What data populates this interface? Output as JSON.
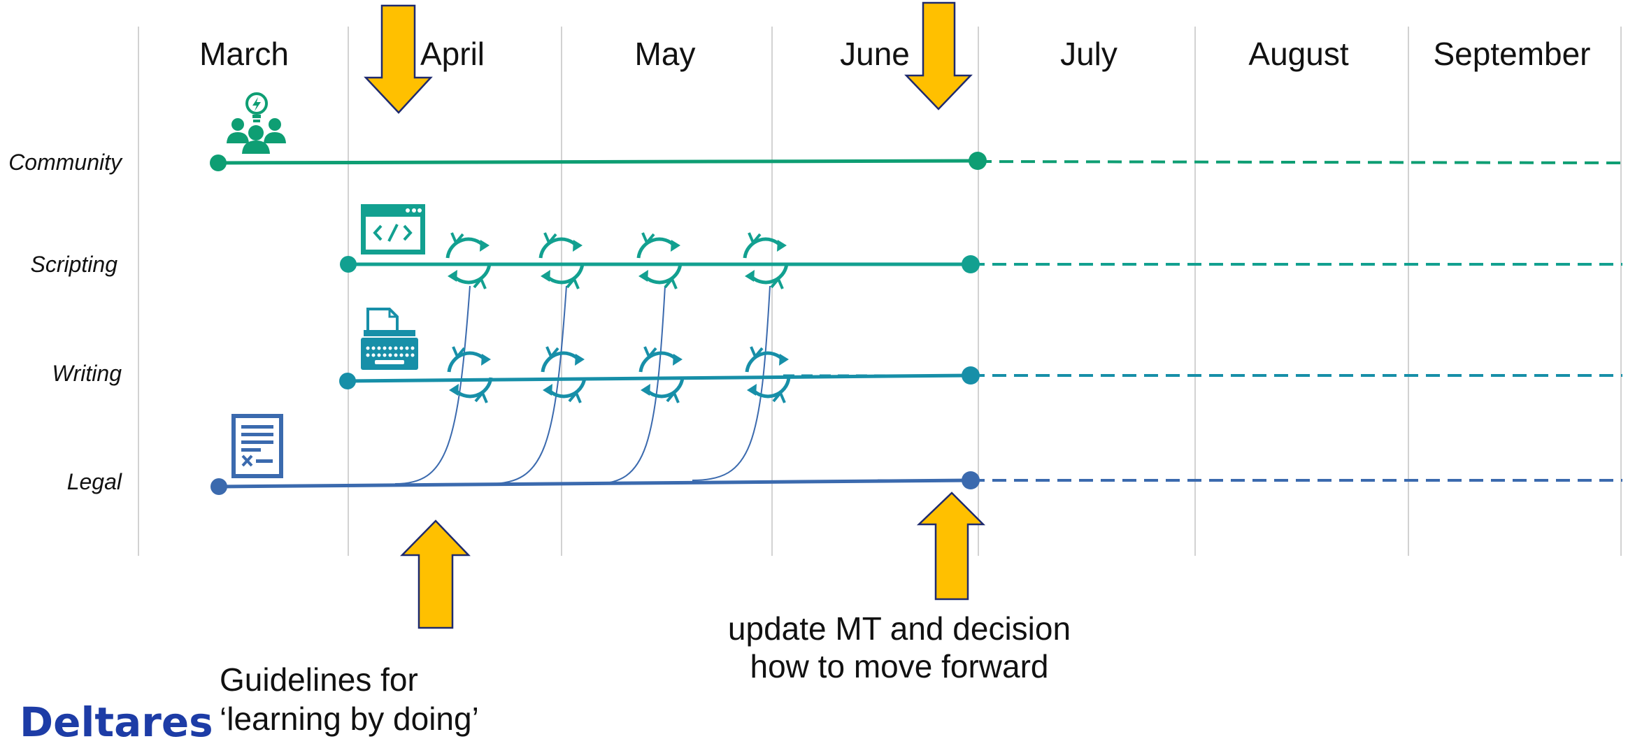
{
  "months": [
    "March",
    "April",
    "May",
    "June",
    "July",
    "August",
    "September"
  ],
  "tracks": [
    {
      "label": "Community",
      "icon": "community-idea-icon",
      "color": "#0E9E73"
    },
    {
      "label": "Scripting",
      "icon": "code-window-icon",
      "color": "#12A090"
    },
    {
      "label": "Writing",
      "icon": "typewriter-icon",
      "color": "#178FA8"
    },
    {
      "label": "Legal",
      "icon": "legal-document-icon",
      "color": "#3B6AAE"
    }
  ],
  "milestones": [
    {
      "text_lines": [
        "Guidelines for",
        "‘learning by doing’"
      ]
    },
    {
      "text_lines": [
        "update MT and decision",
        "how to move forward"
      ]
    }
  ],
  "cycle_icons": {
    "icon": "refresh-cycle-icon",
    "count_per_row": 4
  },
  "arrow_color": "#FFC000",
  "brand": {
    "name": "Deltares",
    "color": "#1D3CA6"
  }
}
